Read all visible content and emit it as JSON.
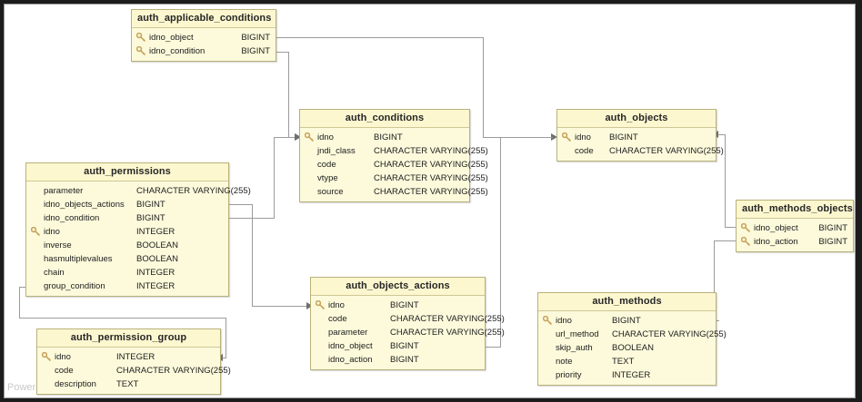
{
  "diagram": {
    "title": "Database ER Diagram",
    "watermark": "Power",
    "colors": {
      "table_fill": "#fcfadb",
      "table_header_fill": "#fcf7cf",
      "table_border": "#b9b07a",
      "connector": "#9b9b9b",
      "key_icon": "#c9a55e",
      "frame": "#1c1c1c"
    },
    "key_icon_name": "primary-key-icon"
  },
  "tables": [
    {
      "id": "auth_applicable_conditions",
      "name": "auth_applicable_conditions",
      "columns": [
        {
          "name": "idno_object",
          "type": "BIGINT",
          "key": true
        },
        {
          "name": "idno_condition",
          "type": "BIGINT",
          "key": true
        }
      ]
    },
    {
      "id": "auth_conditions",
      "name": "auth_conditions",
      "columns": [
        {
          "name": "idno",
          "type": "BIGINT",
          "key": true
        },
        {
          "name": "jndi_class",
          "type": "CHARACTER VARYING(255)",
          "key": false
        },
        {
          "name": "code",
          "type": "CHARACTER VARYING(255)",
          "key": false
        },
        {
          "name": "vtype",
          "type": "CHARACTER VARYING(255)",
          "key": false
        },
        {
          "name": "source",
          "type": "CHARACTER VARYING(255)",
          "key": false
        }
      ]
    },
    {
      "id": "auth_objects",
      "name": "auth_objects",
      "columns": [
        {
          "name": "idno",
          "type": "BIGINT",
          "key": true
        },
        {
          "name": "code",
          "type": "CHARACTER VARYING(255)",
          "key": false
        }
      ]
    },
    {
      "id": "auth_permissions",
      "name": "auth_permissions",
      "columns": [
        {
          "name": "parameter",
          "type": "CHARACTER VARYING(255)",
          "key": false
        },
        {
          "name": "idno_objects_actions",
          "type": "BIGINT",
          "key": false
        },
        {
          "name": "idno_condition",
          "type": "BIGINT",
          "key": false
        },
        {
          "name": "idno",
          "type": "INTEGER",
          "key": true
        },
        {
          "name": "inverse",
          "type": "BOOLEAN",
          "key": false
        },
        {
          "name": "hasmultiplevalues",
          "type": "BOOLEAN",
          "key": false
        },
        {
          "name": "chain",
          "type": "INTEGER",
          "key": false
        },
        {
          "name": "group_condition",
          "type": "INTEGER",
          "key": false
        }
      ]
    },
    {
      "id": "auth_methods_objects",
      "name": "auth_methods_objects",
      "columns": [
        {
          "name": "idno_object",
          "type": "BIGINT",
          "key": true
        },
        {
          "name": "idno_action",
          "type": "BIGINT",
          "key": true
        }
      ]
    },
    {
      "id": "auth_objects_actions",
      "name": "auth_objects_actions",
      "columns": [
        {
          "name": "idno",
          "type": "BIGINT",
          "key": true
        },
        {
          "name": "code",
          "type": "CHARACTER VARYING(255)",
          "key": false
        },
        {
          "name": "parameter",
          "type": "CHARACTER VARYING(255)",
          "key": false
        },
        {
          "name": "idno_object",
          "type": "BIGINT",
          "key": false
        },
        {
          "name": "idno_action",
          "type": "BIGINT",
          "key": false
        }
      ]
    },
    {
      "id": "auth_methods",
      "name": "auth_methods",
      "columns": [
        {
          "name": "idno",
          "type": "BIGINT",
          "key": true
        },
        {
          "name": "url_method",
          "type": "CHARACTER VARYING(255)",
          "key": false
        },
        {
          "name": "skip_auth",
          "type": "BOOLEAN",
          "key": false
        },
        {
          "name": "note",
          "type": "TEXT",
          "key": false
        },
        {
          "name": "priority",
          "type": "INTEGER",
          "key": false
        }
      ]
    },
    {
      "id": "auth_permission_group",
      "name": "auth_permission_group",
      "columns": [
        {
          "name": "idno",
          "type": "INTEGER",
          "key": true
        },
        {
          "name": "code",
          "type": "CHARACTER VARYING(255)",
          "key": false
        },
        {
          "name": "description",
          "type": "TEXT",
          "key": false
        }
      ]
    }
  ],
  "relationships": [
    {
      "from": "auth_applicable_conditions.idno_object",
      "to": "auth_objects.idno"
    },
    {
      "from": "auth_applicable_conditions.idno_condition",
      "to": "auth_conditions.idno"
    },
    {
      "from": "auth_permissions.idno_objects_actions",
      "to": "auth_objects_actions.idno"
    },
    {
      "from": "auth_permissions.idno_condition",
      "to": "auth_conditions.idno"
    },
    {
      "from": "auth_permissions.group_condition",
      "to": "auth_permission_group.idno"
    },
    {
      "from": "auth_objects_actions.idno_object",
      "to": "auth_objects.idno"
    },
    {
      "from": "auth_methods_objects.idno_object",
      "to": "auth_objects.idno"
    },
    {
      "from": "auth_methods_objects.idno_action",
      "to": "auth_methods.idno"
    }
  ]
}
